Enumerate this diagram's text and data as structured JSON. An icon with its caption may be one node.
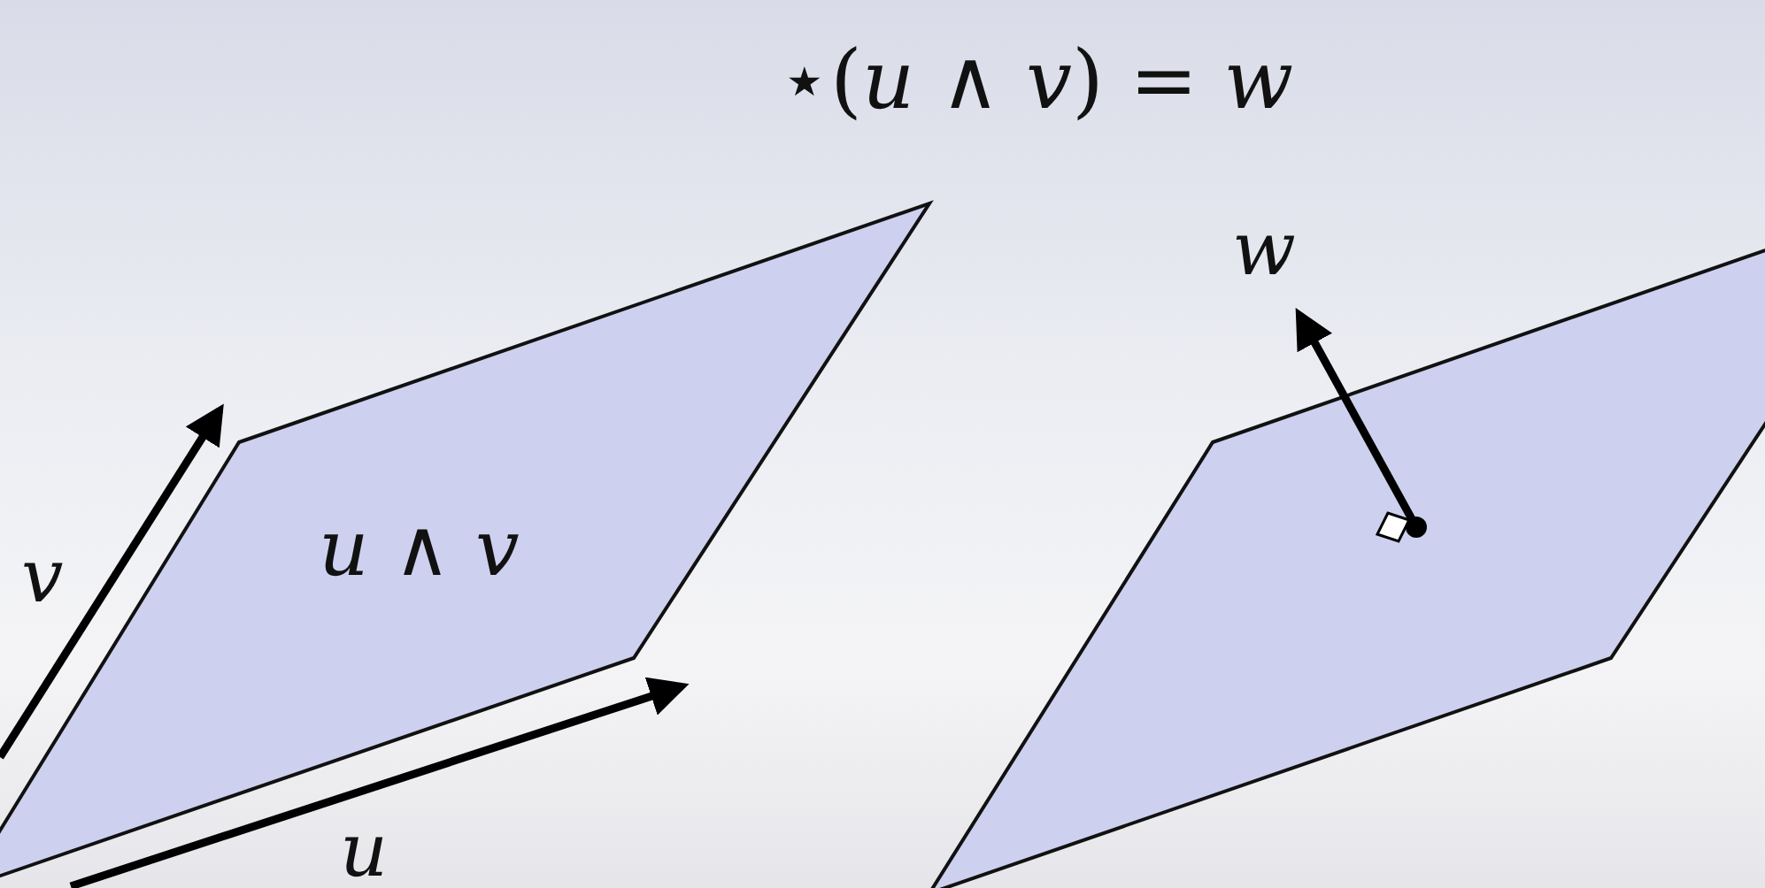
{
  "diagram": {
    "title": "⋆(*u* ∧ *v*) = *w*",
    "nodes": [
      {
        "text": [
          "*u* ∧ *v*"
        ]
      },
      {
        "text": [],
        "shape": "parallelogram"
      }
    ],
    "labels": [
      "v",
      "u",
      "w"
    ]
  }
}
